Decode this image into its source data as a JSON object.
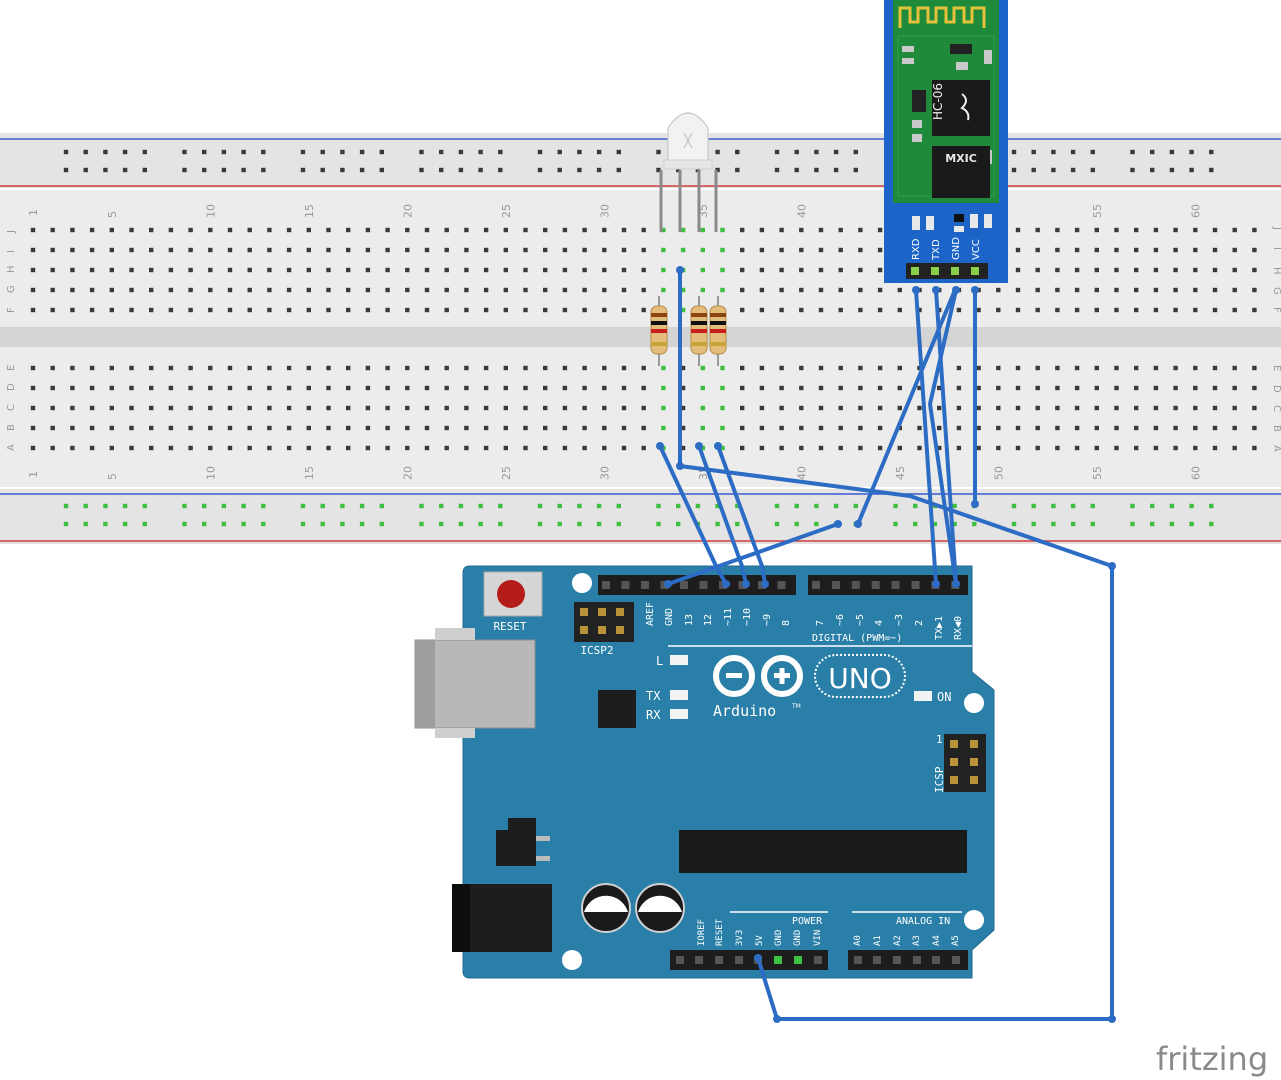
{
  "breadboard": {
    "top_numbers": [
      "1",
      "5",
      "10",
      "15",
      "20",
      "25",
      "30",
      "35",
      "40",
      "45",
      "50",
      "55",
      "60"
    ],
    "bottom_numbers": [
      "1",
      "5",
      "10",
      "15",
      "20",
      "25",
      "30",
      "35",
      "40",
      "45",
      "50",
      "55",
      "60"
    ],
    "rows_top_left": [
      "J",
      "I",
      "H",
      "G",
      "F"
    ],
    "rows_bottom_left": [
      "E",
      "D",
      "C",
      "B",
      "A"
    ],
    "rows_top_right": [
      "J",
      "I",
      "H",
      "G",
      "F"
    ],
    "rows_bottom_right": [
      "E",
      "D",
      "C",
      "B",
      "A"
    ]
  },
  "bt_module": {
    "model": "HC-06",
    "chip_brand": "MXIC",
    "pins": [
      "RXD",
      "TXD",
      "GND",
      "VCC"
    ]
  },
  "arduino": {
    "reset_label": "RESET",
    "icsp2_label": "ICSP2",
    "icsp_label": "ICSP",
    "icsp_pin1": "1",
    "digital_pins": [
      "AREF",
      "GND",
      "13",
      "12",
      "~11",
      "~10",
      "~9",
      "8",
      "7",
      "~6",
      "~5",
      "4",
      "~3",
      "2",
      "TX▶1",
      "RX◀0"
    ],
    "digital_label": "DIGITAL (PWM=~)",
    "led_labels": [
      "L",
      "TX",
      "RX"
    ],
    "on_label": "ON",
    "brand": "Arduino",
    "tm": "TM",
    "model": "UNO",
    "power_label": "POWER",
    "analog_label": "ANALOG IN",
    "power_pins": [
      "IOREF",
      "RESET",
      "3V3",
      "5V",
      "GND",
      "GND",
      "VIN"
    ],
    "analog_pins": [
      "A0",
      "A1",
      "A2",
      "A3",
      "A4",
      "A5"
    ]
  },
  "watermark": "fritzing",
  "colors": {
    "breadboard": "#e8e8e8",
    "board_blue": "#2a7fa8",
    "wire_blue": "#2c6cc4",
    "rail_red": "#d23b3b",
    "rail_blue": "#3b5bd2",
    "pcb_green": "#1f8a3a",
    "module_blue": "#1c64c8"
  }
}
